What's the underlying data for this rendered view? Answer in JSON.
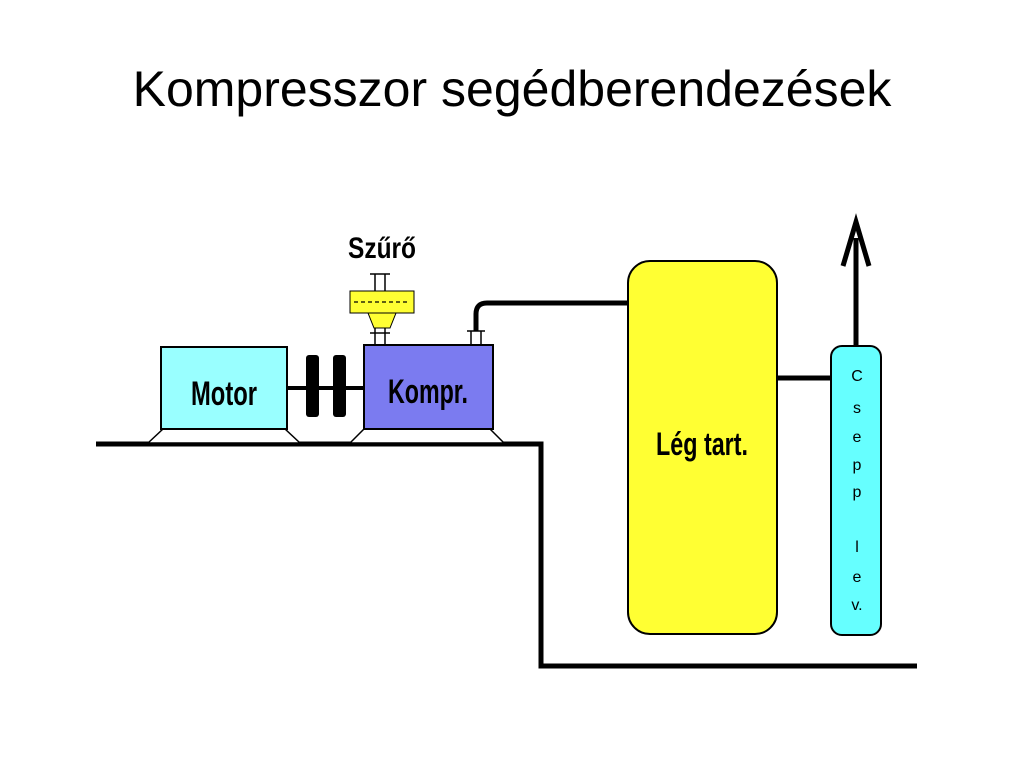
{
  "slide": {
    "title": "Kompresszor segédberendezések"
  },
  "labels": {
    "filter": "Szűrő",
    "motor": "Motor",
    "compressor": "Kompr.",
    "tank": "Lég tart.",
    "separator_letters": [
      "C",
      "s",
      "e",
      "p",
      "p",
      "l",
      "e",
      "v."
    ]
  },
  "colors": {
    "motor_fill": "#99ffff",
    "compressor_fill": "#7b7bf0",
    "tank_fill": "#ffff33",
    "filter_fill": "#ffff33",
    "separator_fill": "#66ffff",
    "line": "#000000"
  },
  "icons": {
    "outlet": "up-arrow-icon",
    "coupling": "coupling-icon"
  }
}
